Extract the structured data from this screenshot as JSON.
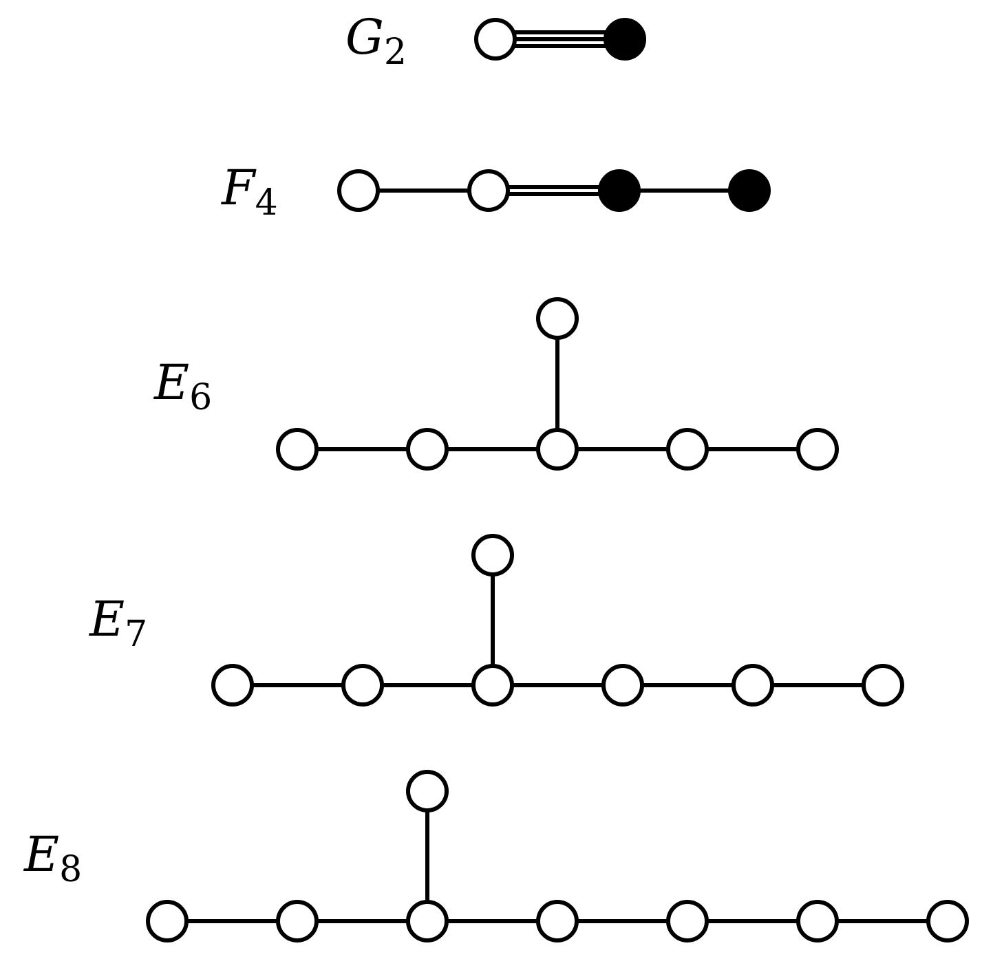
{
  "diagrams": [
    {
      "label": {
        "base": "G",
        "sub": "2"
      },
      "nodes": [
        {
          "fill": "white"
        },
        {
          "fill": "black"
        }
      ],
      "edges": [
        {
          "from": 0,
          "to": 1,
          "multiplicity": 3
        }
      ]
    },
    {
      "label": {
        "base": "F",
        "sub": "4"
      },
      "nodes": [
        {
          "fill": "white"
        },
        {
          "fill": "white"
        },
        {
          "fill": "black"
        },
        {
          "fill": "black"
        }
      ],
      "edges": [
        {
          "from": 0,
          "to": 1,
          "multiplicity": 1
        },
        {
          "from": 1,
          "to": 2,
          "multiplicity": 2
        },
        {
          "from": 2,
          "to": 3,
          "multiplicity": 1
        }
      ]
    },
    {
      "label": {
        "base": "E",
        "sub": "6"
      },
      "nodes": [
        {
          "fill": "white"
        },
        {
          "fill": "white"
        },
        {
          "fill": "white"
        },
        {
          "fill": "white"
        },
        {
          "fill": "white"
        },
        {
          "fill": "white"
        }
      ],
      "edges": [
        {
          "from": 0,
          "to": 1,
          "multiplicity": 1
        },
        {
          "from": 1,
          "to": 2,
          "multiplicity": 1
        },
        {
          "from": 2,
          "to": 3,
          "multiplicity": 1
        },
        {
          "from": 3,
          "to": 4,
          "multiplicity": 1
        },
        {
          "from": 2,
          "to": 5,
          "multiplicity": 1
        }
      ]
    },
    {
      "label": {
        "base": "E",
        "sub": "7"
      },
      "nodes": [
        {
          "fill": "white"
        },
        {
          "fill": "white"
        },
        {
          "fill": "white"
        },
        {
          "fill": "white"
        },
        {
          "fill": "white"
        },
        {
          "fill": "white"
        },
        {
          "fill": "white"
        }
      ],
      "edges": [
        {
          "from": 0,
          "to": 1,
          "multiplicity": 1
        },
        {
          "from": 1,
          "to": 2,
          "multiplicity": 1
        },
        {
          "from": 2,
          "to": 3,
          "multiplicity": 1
        },
        {
          "from": 3,
          "to": 4,
          "multiplicity": 1
        },
        {
          "from": 4,
          "to": 5,
          "multiplicity": 1
        },
        {
          "from": 2,
          "to": 6,
          "multiplicity": 1
        }
      ]
    },
    {
      "label": {
        "base": "E",
        "sub": "8"
      },
      "nodes": [
        {
          "fill": "white"
        },
        {
          "fill": "white"
        },
        {
          "fill": "white"
        },
        {
          "fill": "white"
        },
        {
          "fill": "white"
        },
        {
          "fill": "white"
        },
        {
          "fill": "white"
        },
        {
          "fill": "white"
        }
      ],
      "edges": [
        {
          "from": 0,
          "to": 1,
          "multiplicity": 1
        },
        {
          "from": 1,
          "to": 2,
          "multiplicity": 1
        },
        {
          "from": 2,
          "to": 3,
          "multiplicity": 1
        },
        {
          "from": 3,
          "to": 4,
          "multiplicity": 1
        },
        {
          "from": 4,
          "to": 5,
          "multiplicity": 1
        },
        {
          "from": 5,
          "to": 6,
          "multiplicity": 1
        },
        {
          "from": 2,
          "to": 7,
          "multiplicity": 1
        }
      ]
    }
  ]
}
